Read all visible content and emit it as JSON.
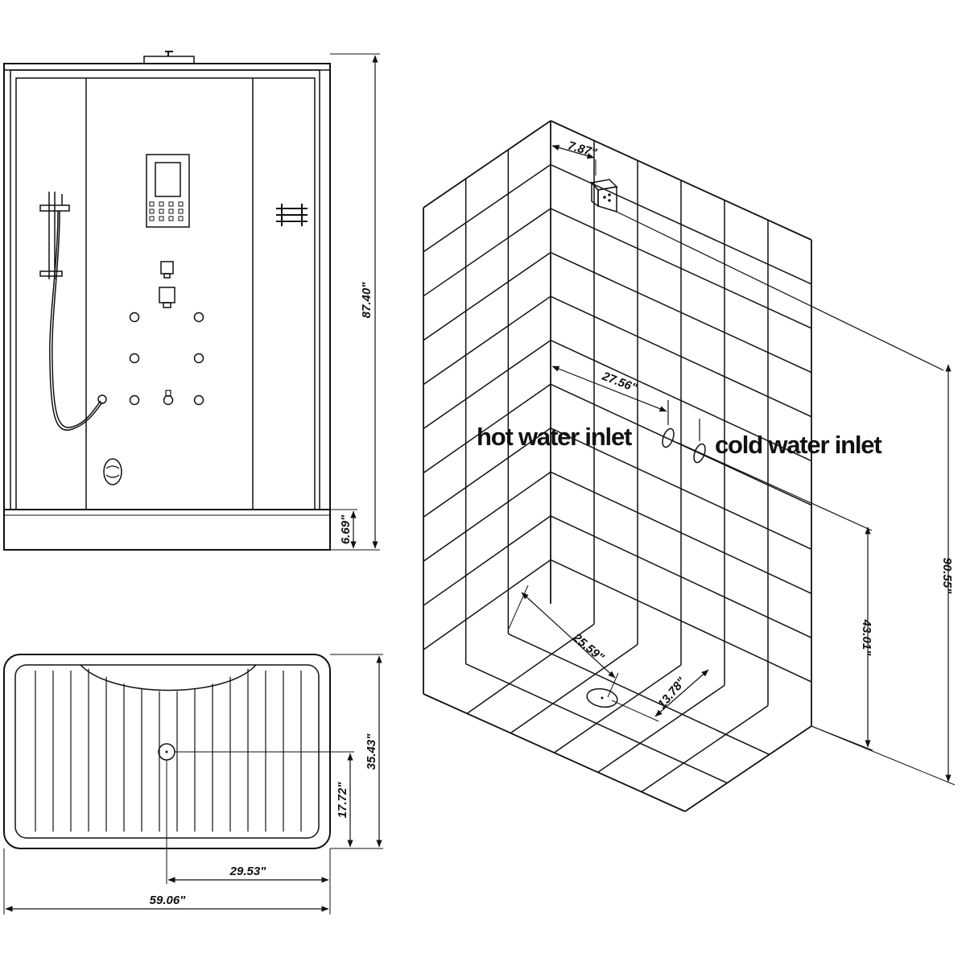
{
  "front_view": {
    "height_total": "87.40\"",
    "base_height": "6.69\""
  },
  "top_view": {
    "depth": "35.43\"",
    "drain_to_front": "17.72\"",
    "drain_to_side": "29.53\"",
    "width": "59.06\""
  },
  "iso_view": {
    "steam_offset": "7.87\"",
    "inlet_offset": "27.56\"",
    "hot_label": "hot water inlet",
    "cold_label": "cold water inlet",
    "total_height": "90.55\"",
    "inlet_height": "43.01\"",
    "drain_depth": "25.59\"",
    "drain_side": "13.78\""
  },
  "colors": {
    "line": "#111111",
    "background": "#ffffff"
  }
}
